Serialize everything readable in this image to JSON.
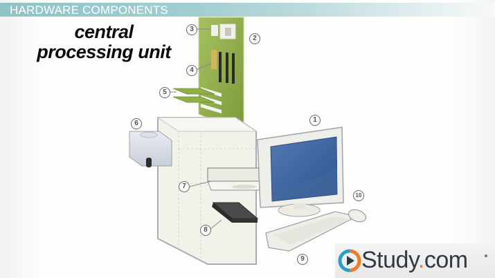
{
  "header": {
    "title": "HARDWARE COMPONENTS",
    "bar_color": "#8ec3c6"
  },
  "subtitle": {
    "line1": "central",
    "line2": "processing unit"
  },
  "diagram": {
    "description": "Exploded view of a desktop computer showing hardware components",
    "callouts": [
      {
        "number": "1",
        "component": "monitor"
      },
      {
        "number": "2",
        "component": "motherboard"
      },
      {
        "number": "3",
        "component": "cpu"
      },
      {
        "number": "4",
        "component": "ram"
      },
      {
        "number": "5",
        "component": "expansion-cards"
      },
      {
        "number": "6",
        "component": "power-supply"
      },
      {
        "number": "7",
        "component": "optical-drive"
      },
      {
        "number": "8",
        "component": "hard-drive"
      },
      {
        "number": "9",
        "component": "keyboard"
      },
      {
        "number": "10",
        "component": "mouse"
      }
    ],
    "colors": {
      "motherboard": "#8fae45",
      "screen": "#3f67a4",
      "case": "#efefe8",
      "hdd": "#3a3a3a"
    }
  },
  "logo": {
    "brand": "Study",
    "dot": ".",
    "tld": "com",
    "accent_orange": "#ef7a2a",
    "accent_teal": "#2a9fc1"
  }
}
